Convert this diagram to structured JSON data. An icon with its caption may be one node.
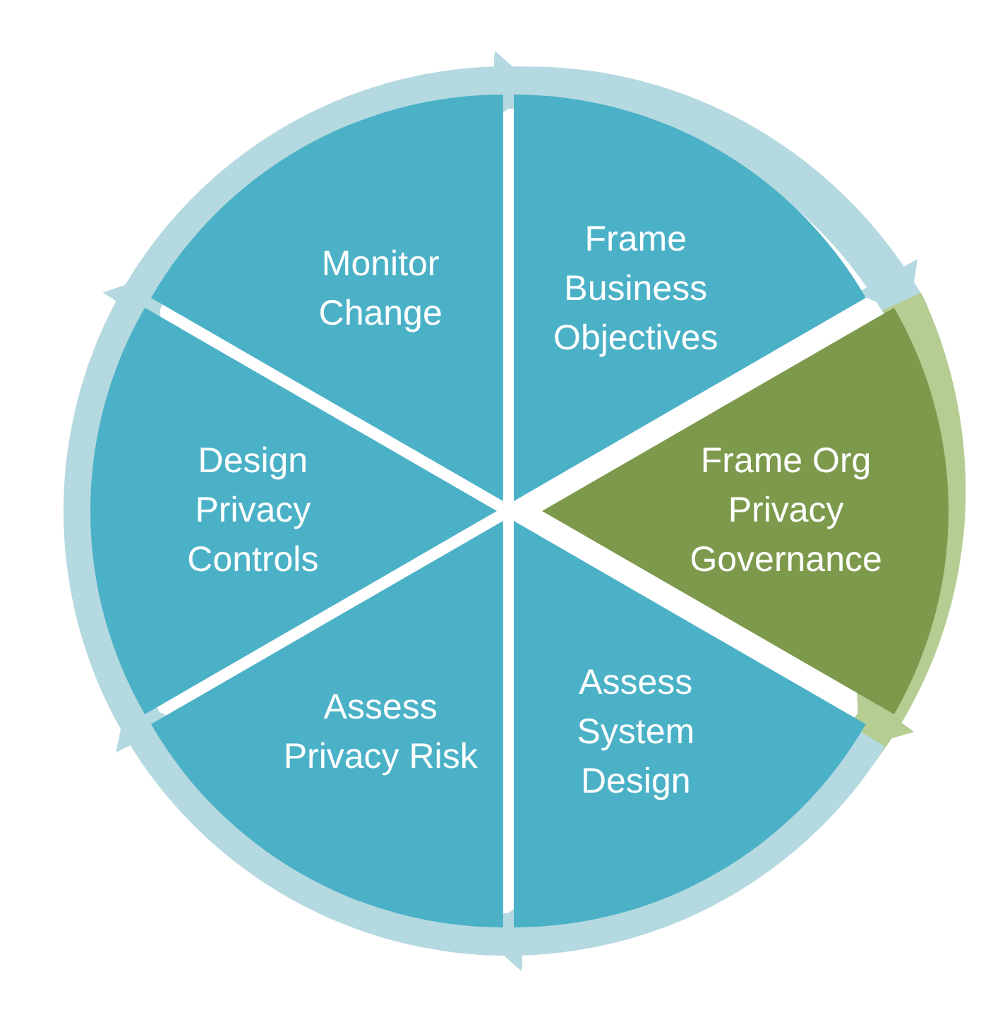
{
  "diagram": {
    "nodes": [
      {
        "text": [
          "Monitor Change"
        ]
      },
      {
        "text": [
          "Frame Business Objectives"
        ]
      },
      {
        "text": [
          "Frame Org Privacy Governance"
        ]
      },
      {
        "text": [
          "Assess System Design"
        ]
      },
      {
        "text": [
          "Assess Privacy Risk"
        ]
      },
      {
        "text": [
          "Design Privacy Controls"
        ]
      }
    ],
    "edges": [
      {
        "from": 0,
        "to": 1,
        "arrow": "to"
      },
      {
        "from": 1,
        "to": 2,
        "arrow": "to"
      },
      {
        "from": 2,
        "to": 3,
        "arrow": "to",
        "color": "#b5cc92"
      },
      {
        "from": 3,
        "to": 4,
        "arrow": "to"
      },
      {
        "from": 4,
        "to": 5,
        "arrow": "to"
      },
      {
        "from": 5,
        "to": 0,
        "arrow": "to"
      }
    ]
  }
}
